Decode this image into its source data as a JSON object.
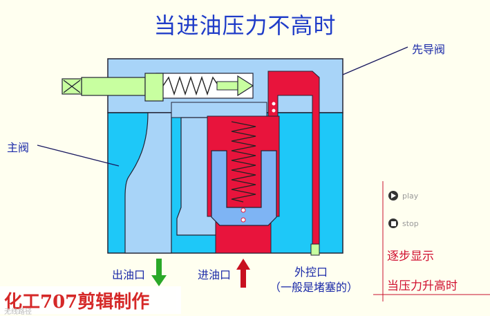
{
  "title": "当进油压力不高时",
  "labels": {
    "pilot_valve": "先导阀",
    "main_valve": "主阀",
    "outlet": "出油口",
    "inlet": "进油口",
    "external_port": "外控口",
    "external_port_note": "（一般是堵塞的）"
  },
  "controls": {
    "play": "play",
    "stop": "stop"
  },
  "side_menu": {
    "step_show": "逐步显示",
    "pressure_rising": "当压力升高时"
  },
  "brand": {
    "main": "化工707剪辑制作",
    "watermark": "无线路径"
  },
  "icons": [
    "play-icon",
    "stop-icon",
    "down-arrow-icon",
    "up-arrow-icon"
  ],
  "colors": {
    "pilot_body": "#a8d4f8",
    "main_body": "#1ec8f8",
    "oil_red": "#e8143c",
    "spool_blue": "#7eb4f4",
    "plunger_green": "#c8ffa0",
    "title_blue": "#1f3cc8"
  }
}
